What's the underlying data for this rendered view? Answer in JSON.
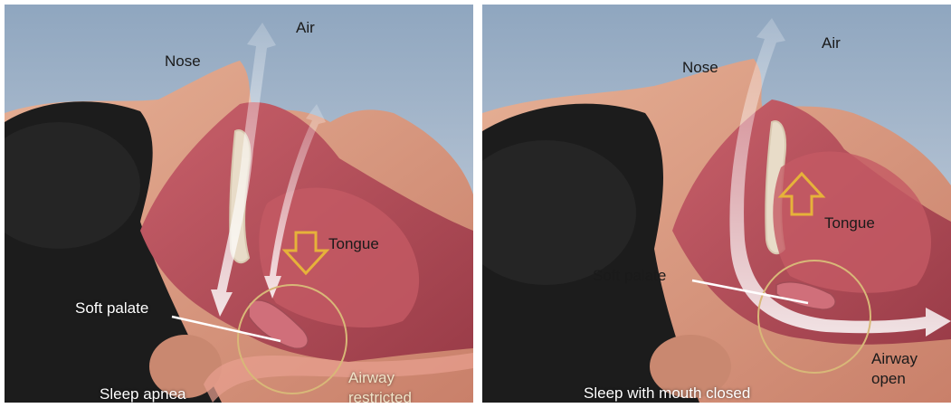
{
  "left_panel": {
    "air": "Air",
    "nose": "Nose",
    "tongue": "Tongue",
    "soft_palate": "Soft palate",
    "airway_line1": "Airway",
    "airway_line2": "restricted",
    "caption": "Sleep apnea"
  },
  "right_panel": {
    "air": "Air",
    "nose": "Nose",
    "tongue": "Tongue",
    "soft_palate": "Soft palate",
    "airway_line1": "Airway",
    "airway_line2": "open",
    "caption": "Sleep with mouth closed"
  },
  "colors": {
    "sky_top": "#8fa6bf",
    "sky_bottom": "#d7dde6",
    "skin": "#d99a80",
    "tissue": "#b5505a",
    "arrow_outline": "#e6b23a",
    "circle_outline": "#d8b878"
  }
}
